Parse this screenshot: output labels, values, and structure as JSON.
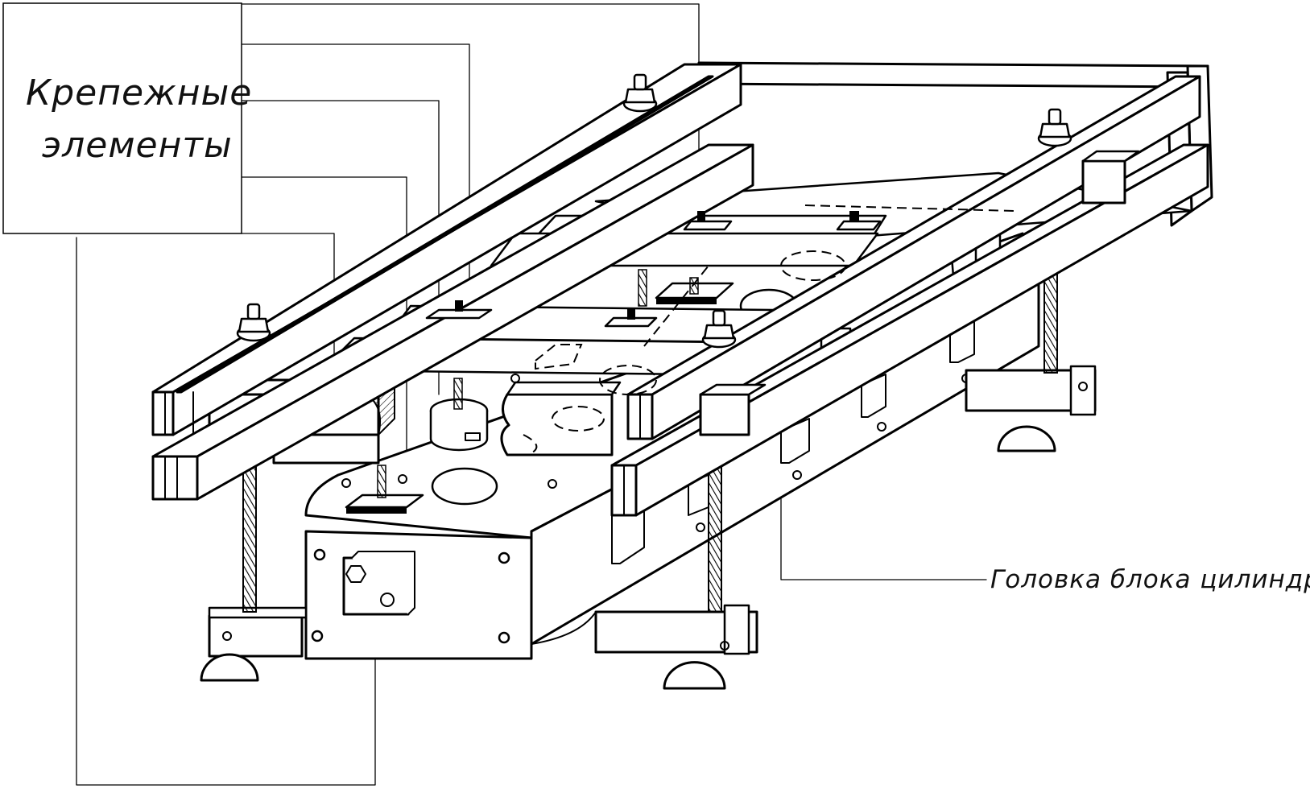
{
  "labels": {
    "fasteners_line1": "Крепежные",
    "fasteners_line2": "элементы",
    "cylinder_head": "Головка блока цилиндров"
  }
}
